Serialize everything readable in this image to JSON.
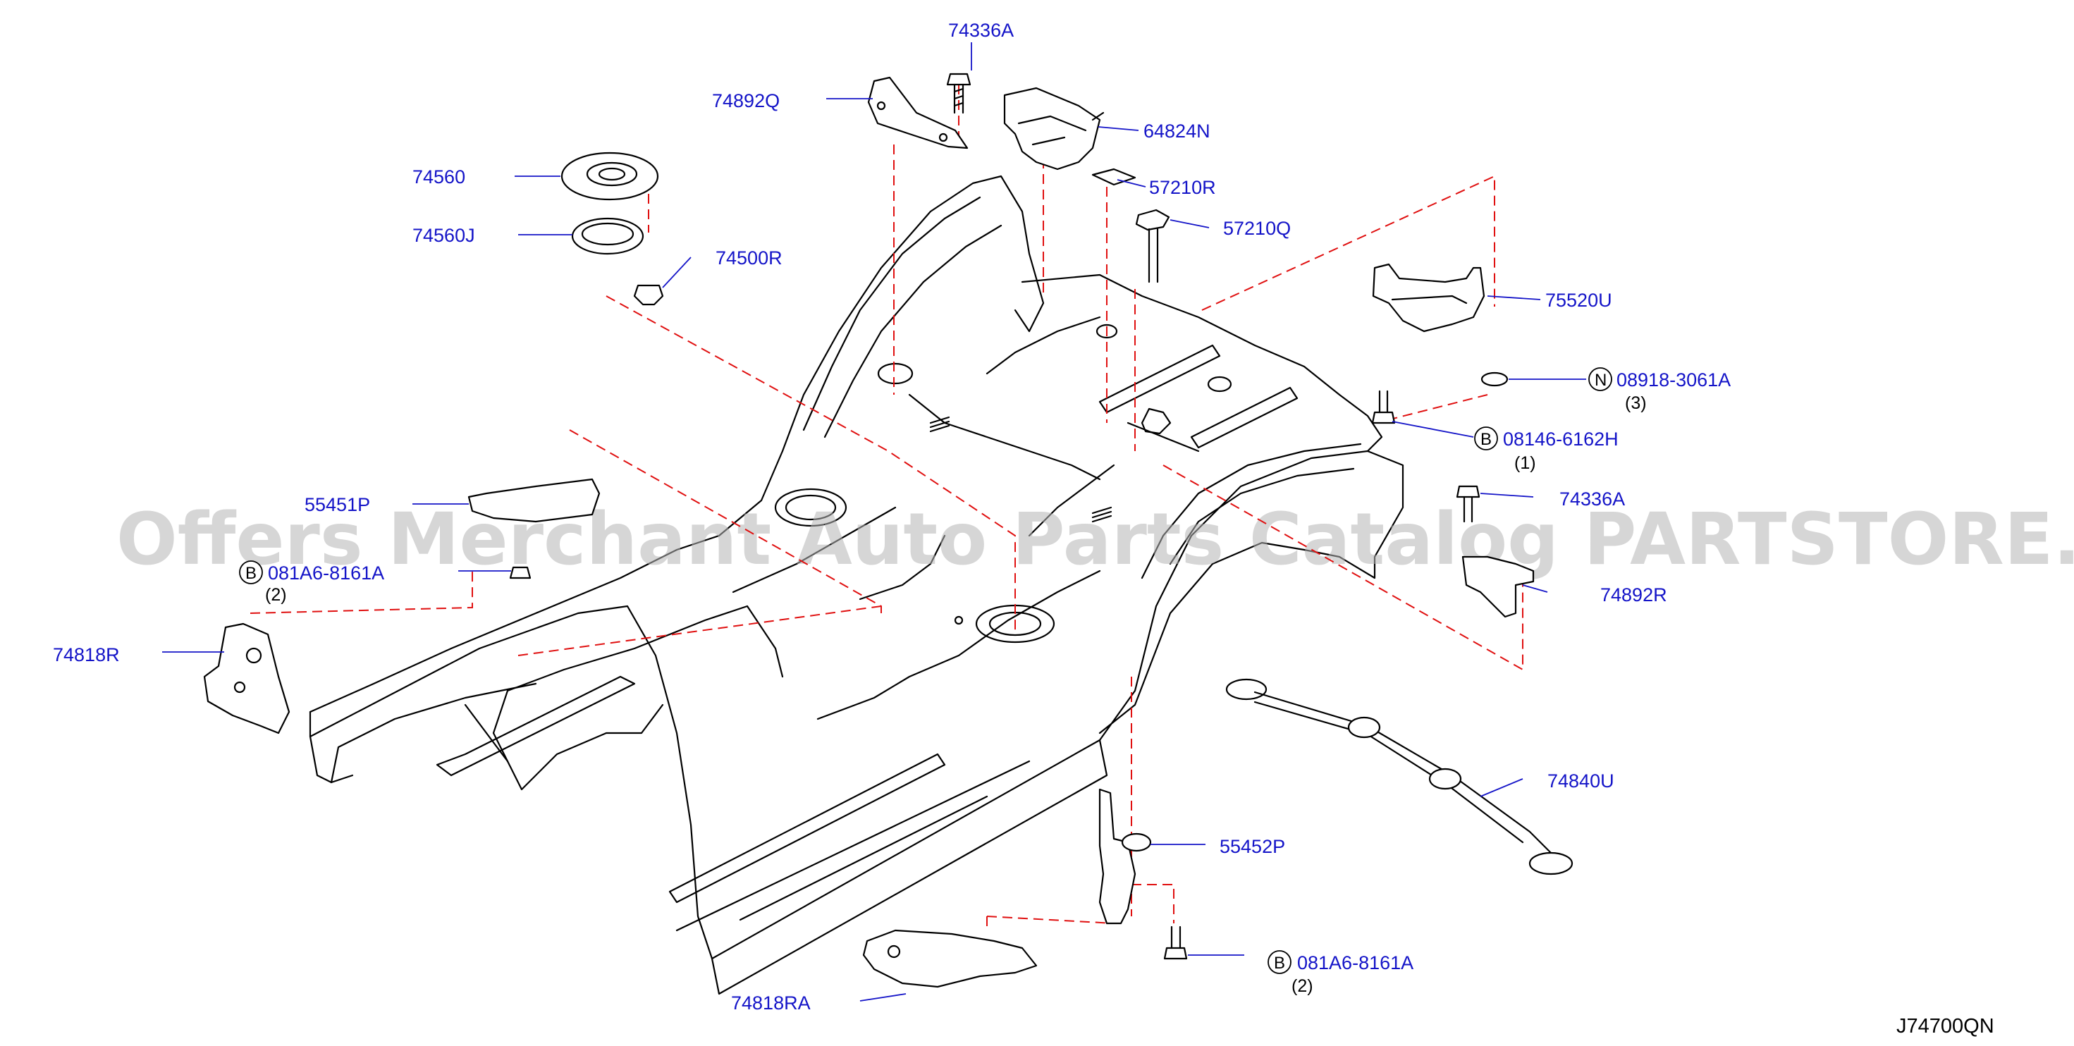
{
  "diagram_code": "J74700QN",
  "watermark": "Offers Merchant Auto Parts Catalog PARTSTORE.SA",
  "colors": {
    "label": "#1414c8",
    "callout_dash": "#e01010",
    "watermark": "#b4b4b4"
  },
  "labels": {
    "p74336A_top": "74336A",
    "p74892Q": "74892Q",
    "p64824N": "64824N",
    "p74560": "74560",
    "p57210R": "57210R",
    "p57210Q": "57210Q",
    "p74560J": "74560J",
    "p74500R": "74500R",
    "p75520U": "75520U",
    "p08918": "08918-3061A",
    "p08146": "08146-6162H",
    "p55451P": "55451P",
    "p74336A_right": "74336A",
    "p081A6_left": "081A6-8161A",
    "p74892R": "74892R",
    "p74818R": "74818R",
    "p74840U": "74840U",
    "p55452P": "55452P",
    "p081A6_bottom": "081A6-8161A",
    "p74818RA": "74818RA"
  },
  "badges": {
    "N": "N",
    "B1": "B",
    "B2": "B",
    "B3": "B"
  },
  "quantities": {
    "q08918": "(3)",
    "q08146": "(1)",
    "q081A6_left": "(2)",
    "q081A6_bottom": "(2)"
  }
}
